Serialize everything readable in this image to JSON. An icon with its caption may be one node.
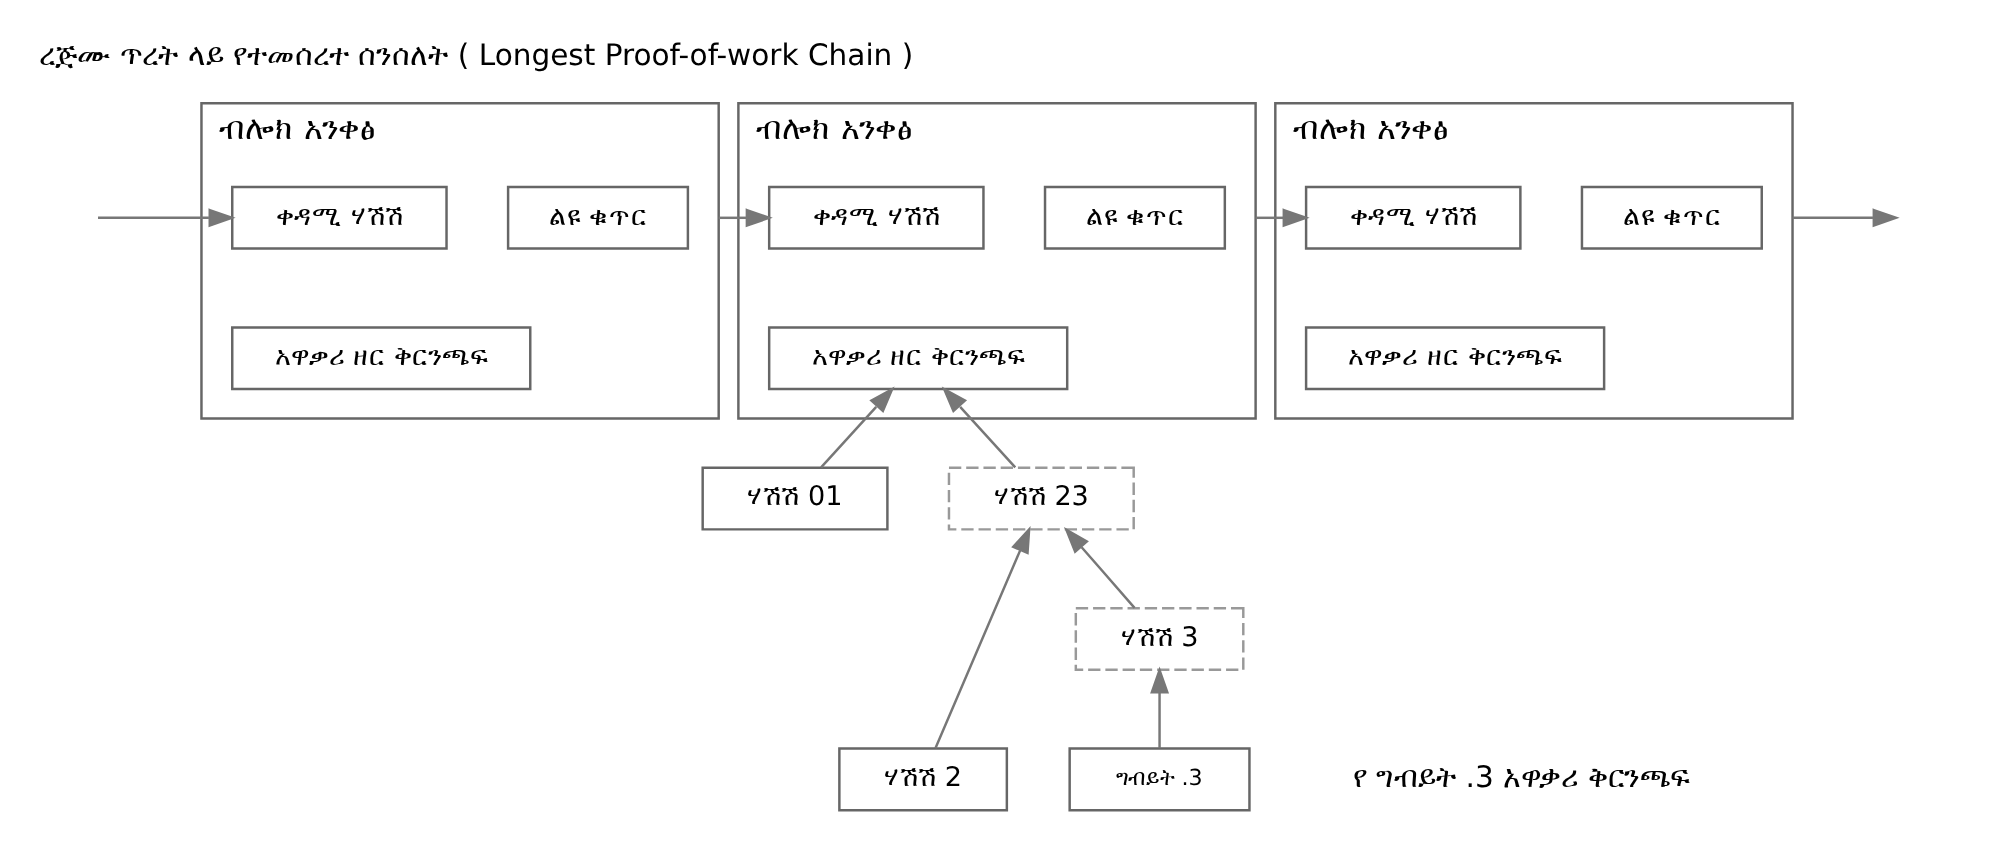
{
  "diagram": {
    "title": "ረጅሙ ጥረት ላይ የተመሰረተ ሰንሰለት ( Longest Proof-of-work Chain )",
    "nodes": [
      {
        "text": [
          "ብሎክ አንቀፅ"
        ]
      },
      {
        "text": [
          "ቀዳሚ ሃሽሽ"
        ],
        "in": 0
      },
      {
        "text": [
          "ልዩ ቁጥር"
        ],
        "in": 0
      },
      {
        "text": [
          "አዋቃሪ ዘር ቅርንጫፍ"
        ],
        "in": 0
      },
      {
        "text": [
          "ብሎክ አንቀፅ"
        ]
      },
      {
        "text": [
          "ቀዳሚ ሃሽሽ"
        ],
        "in": 4
      },
      {
        "text": [
          "ልዩ ቁጥር"
        ],
        "in": 4
      },
      {
        "text": [
          "አዋቃሪ ዘር ቅርንጫፍ"
        ],
        "in": 4
      },
      {
        "text": [
          "ብሎክ አንቀፅ"
        ]
      },
      {
        "text": [
          "ቀዳሚ ሃሽሽ"
        ],
        "in": 8
      },
      {
        "text": [
          "ልዩ ቁጥር"
        ],
        "in": 8
      },
      {
        "text": [
          "አዋቃሪ ዘር ቅርንጫፍ"
        ],
        "in": 8
      },
      {
        "text": [
          "ሃሽሽ 01"
        ]
      },
      {
        "text": [
          "ሃሽሽ 23"
        ]
      },
      {
        "text": [
          "ሃሽሽ 2"
        ]
      },
      {
        "text": [
          "ሃሽሽ 3"
        ]
      },
      {
        "text": [
          "ግብይት .3"
        ]
      }
    ],
    "edges": [
      {
        "from": null,
        "to": 1,
        "arrow": "to"
      },
      {
        "from": 0,
        "to": 5,
        "arrow": "to"
      },
      {
        "from": 4,
        "to": 9,
        "arrow": "to"
      },
      {
        "from": 8,
        "to": null,
        "arrow": "to"
      },
      {
        "from": 12,
        "to": 7,
        "arrow": "to"
      },
      {
        "from": 13,
        "to": 7,
        "arrow": "to"
      },
      {
        "from": 14,
        "to": 13,
        "arrow": "to"
      },
      {
        "from": 15,
        "to": 13,
        "arrow": "to"
      },
      {
        "from": 16,
        "to": 15,
        "arrow": "to"
      }
    ],
    "labels": [
      "የ ግብይት .3 አዋቃሪ ቅርንጫፍ"
    ]
  }
}
